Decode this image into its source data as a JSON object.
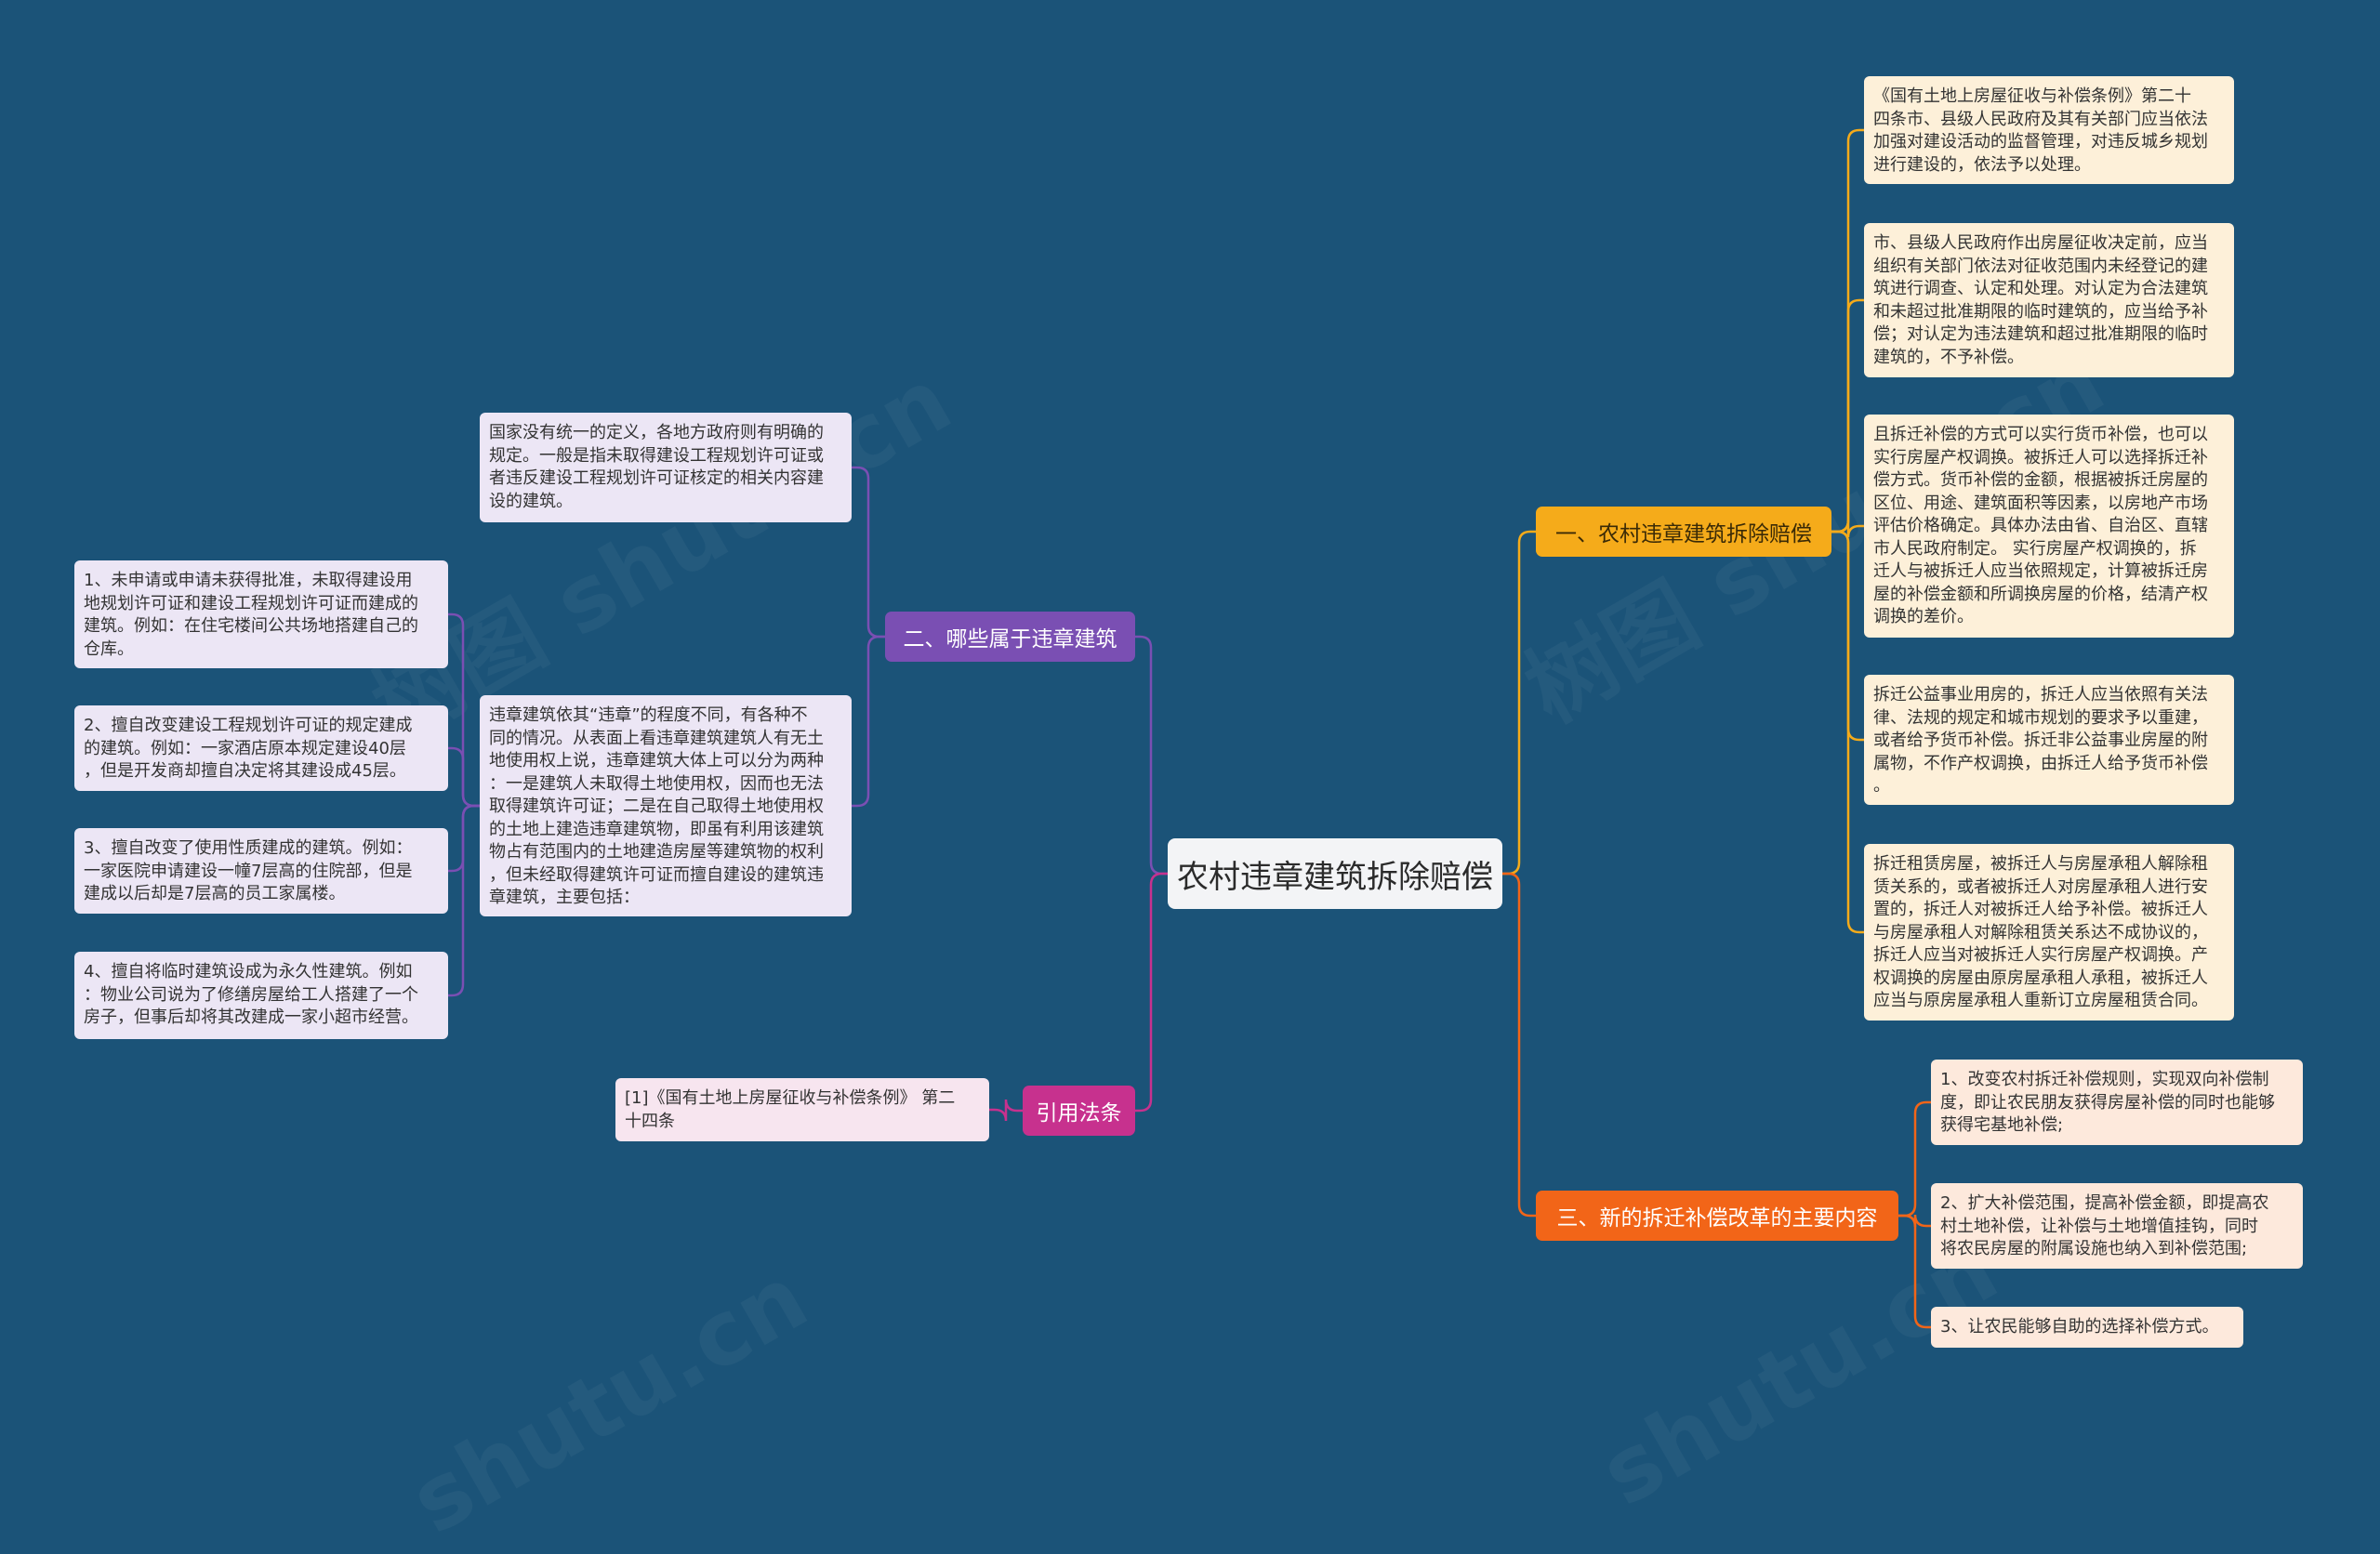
{
  "root": {
    "title": "农村违章建筑拆除赔偿"
  },
  "branches": {
    "b1": "一、农村违章建筑拆除赔偿",
    "b2": "二、哪些属于违章建筑",
    "b3": "引用法条",
    "b4": "三、新的拆迁补偿改革的主要内容"
  },
  "b1_leaves": [
    "《国有土地上房屋征收与补偿条例》第二十\n四条市、县级人民政府及其有关部门应当依法\n加强对建设活动的监督管理，对违反城乡规划\n进行建设的，依法予以处理。",
    "市、县级人民政府作出房屋征收决定前，应当\n组织有关部门依法对征收范围内未经登记的建\n筑进行调查、认定和处理。对认定为合法建筑\n和未超过批准期限的临时建筑的，应当给予补\n偿；对认定为违法建筑和超过批准期限的临时\n建筑的，不予补偿。",
    "且拆迁补偿的方式可以实行货币补偿，也可以\n实行房屋产权调换。被拆迁人可以选择拆迁补\n偿方式。货币补偿的金额，根据被拆迁房屋的\n区位、用途、建筑面积等因素，以房地产市场\n评估价格确定。具体办法由省、自治区、直辖\n市人民政府制定。 实行房屋产权调换的，拆\n迁人与被拆迁人应当依照规定，计算被拆迁房\n屋的补偿金额和所调换房屋的价格，结清产权\n调换的差价。",
    "拆迁公益事业用房的，拆迁人应当依照有关法\n律、法规的规定和城市规划的要求予以重建，\n或者给予货币补偿。拆迁非公益事业房屋的附\n属物，不作产权调换，由拆迁人给予货币补偿\n。",
    "拆迁租赁房屋，被拆迁人与房屋承租人解除租\n赁关系的，或者被拆迁人对房屋承租人进行安\n置的，拆迁人对被拆迁人给予补偿。被拆迁人\n与房屋承租人对解除租赁关系达不成协议的，\n拆迁人应当对被拆迁人实行房屋产权调换。产\n权调换的房屋由原房屋承租人承租，被拆迁人\n应当与原房屋承租人重新订立房屋租赁合同。"
  ],
  "b2_leaves": [
    "国家没有统一的定义，各地方政府则有明确的\n规定。一般是指未取得建设工程规划许可证或\n者违反建设工程规划许可证核定的相关内容建\n设的建筑。",
    "违章建筑依其“违章”的程度不同，有各种不\n同的情况。从表面上看违章建筑建筑人有无土\n地使用权上说，违章建筑大体上可以分为两种\n：一是建筑人未取得土地使用权，因而也无法\n取得建筑许可证；二是在自己取得土地使用权\n的土地上建造违章建筑物，即虽有利用该建筑\n物占有范围内的土地建造房屋等建筑物的权利\n，但未经取得建筑许可证而擅自建设的建筑违\n章建筑，主要包括："
  ],
  "b2_sub_leaves": [
    "1、未申请或申请未获得批准，未取得建设用\n地规划许可证和建设工程规划许可证而建成的\n建筑。例如：在住宅楼间公共场地搭建自己的\n仓库。",
    "2、擅自改变建设工程规划许可证的规定建成\n的建筑。例如：一家酒店原本规定建设40层\n，但是开发商却擅自决定将其建设成45层。",
    "3、擅自改变了使用性质建成的建筑。例如：\n一家医院申请建设一幢7层高的住院部，但是\n建成以后却是7层高的员工家属楼。",
    "4、擅自将临时建筑设成为永久性建筑。例如\n：物业公司说为了修缮房屋给工人搭建了一个\n房子，但事后却将其改建成一家小超市经营。"
  ],
  "b3_leaves": [
    "[1]《国有土地上房屋征收与补偿条例》 第二\n十四条"
  ],
  "b4_leaves": [
    "1、改变农村拆迁补偿规则，实现双向补偿制\n度，即让农民朋友获得房屋补偿的同时也能够\n获得宅基地补偿;",
    "2、扩大补偿范围，提高补偿金额，即提高农\n村土地补偿，让补偿与土地增值挂钩，同时\n将农民房屋的附属设施也纳入到补偿范围;",
    "3、让农民能够自助的选择补偿方式。"
  ],
  "colors": {
    "background": "#1b5378",
    "branch1": "#f5ab1a",
    "branch2": "#7a4fb3",
    "branch3": "#c7318e",
    "branch4": "#f26518"
  }
}
